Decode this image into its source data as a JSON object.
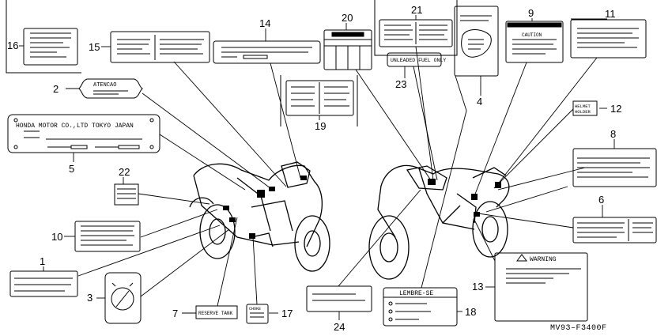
{
  "diagram": {
    "drawing_code": "MV93–F3400F",
    "callouts": [
      {
        "id": "c1",
        "number": "1"
      },
      {
        "id": "c2",
        "number": "2"
      },
      {
        "id": "c3",
        "number": "3"
      },
      {
        "id": "c4",
        "number": "4"
      },
      {
        "id": "c5",
        "number": "5"
      },
      {
        "id": "c6",
        "number": "6"
      },
      {
        "id": "c7",
        "number": "7"
      },
      {
        "id": "c8",
        "number": "8"
      },
      {
        "id": "c9",
        "number": "9"
      },
      {
        "id": "c10",
        "number": "10"
      },
      {
        "id": "c11",
        "number": "11"
      },
      {
        "id": "c12",
        "number": "12"
      },
      {
        "id": "c13",
        "number": "13"
      },
      {
        "id": "c14",
        "number": "14"
      },
      {
        "id": "c15",
        "number": "15"
      },
      {
        "id": "c16",
        "number": "16"
      },
      {
        "id": "c17",
        "number": "17"
      },
      {
        "id": "c18",
        "number": "18"
      },
      {
        "id": "c19",
        "number": "19"
      },
      {
        "id": "c20",
        "number": "20"
      },
      {
        "id": "c21",
        "number": "21"
      },
      {
        "id": "c22",
        "number": "22"
      },
      {
        "id": "c23",
        "number": "23"
      },
      {
        "id": "c24",
        "number": "24"
      }
    ],
    "label_texts": {
      "atencao": "ATENCAO",
      "honda_plate": "HONDA MOTOR CO.,LTD TOKYO JAPAN",
      "unleaded": "UNLEADED FUEL ONLY",
      "helmet_holder_1": "HELMET",
      "helmet_holder_2": "HOLDER",
      "warning": "WARNING",
      "caution": "CAUTION",
      "lembre_se": "LEMBRE-SE",
      "reserve_tank": "RESERVE TANK",
      "small_17": "CHOKE"
    }
  }
}
